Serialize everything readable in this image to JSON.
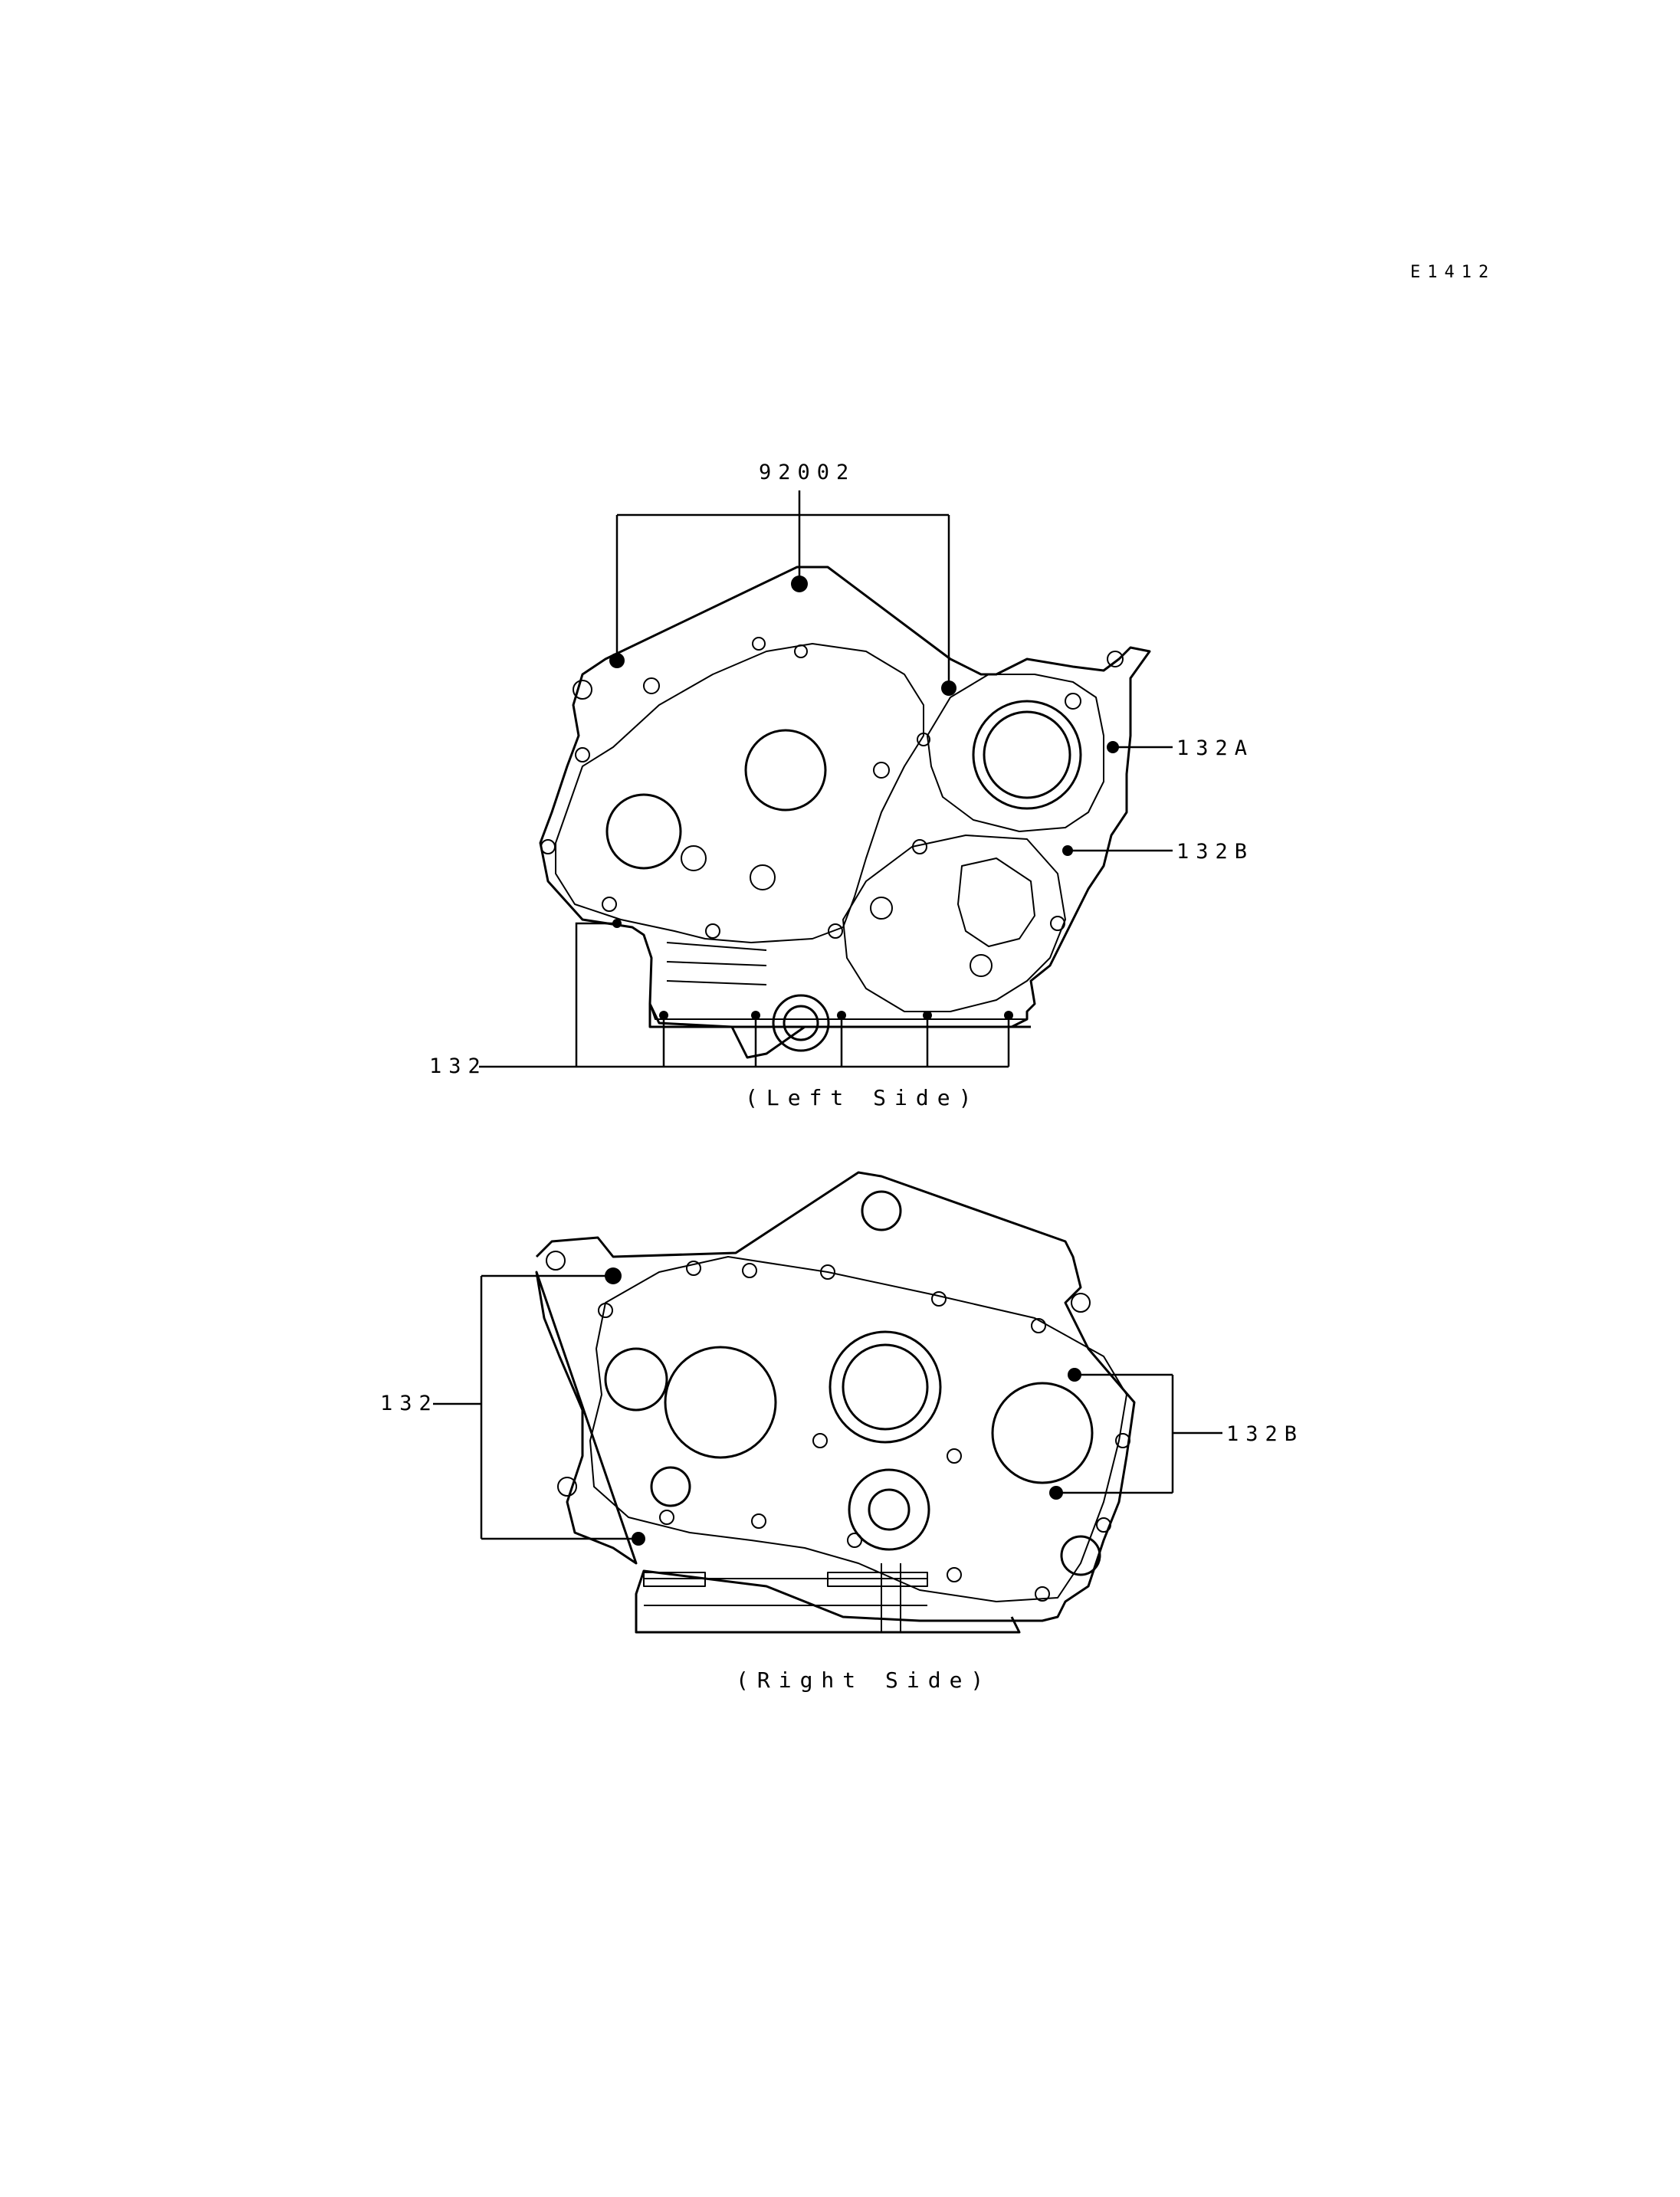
{
  "diagram_code": "E1412",
  "left_view": {
    "caption": "(Left Side)",
    "callouts": {
      "part_92002": "92002",
      "part_132A": "132A",
      "part_132B": "132B",
      "part_132": "132"
    }
  },
  "right_view": {
    "caption": "(Right Side)",
    "callouts": {
      "part_132": "132",
      "part_132B": "132B"
    }
  }
}
